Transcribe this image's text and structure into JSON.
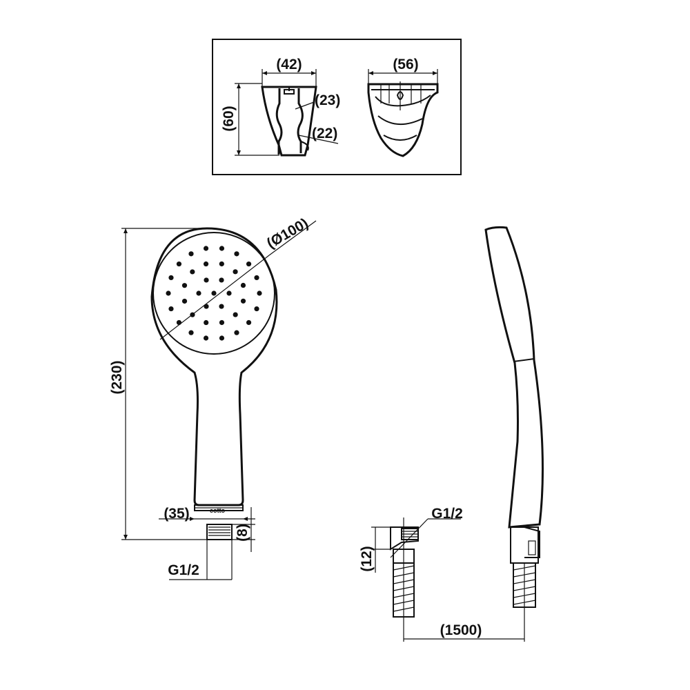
{
  "holder_view": {
    "width_front": "(42)",
    "width_side": "(56)",
    "height": "(60)",
    "inner_top": "(23)",
    "inner_bottom": "(22)"
  },
  "front_view": {
    "diameter": "(Ø100)",
    "length": "(230)",
    "handle_end": "(35)",
    "thread_len": "(8)",
    "thread": "G1/2",
    "brand": "cotto"
  },
  "hose_view": {
    "thread": "G1/2",
    "nut_height": "(12)",
    "hose_length": "(1500)"
  }
}
